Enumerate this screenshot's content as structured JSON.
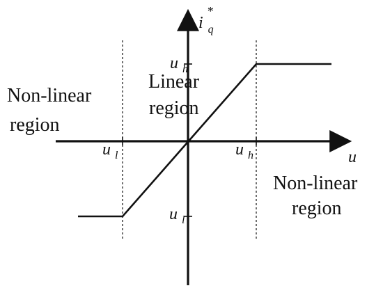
{
  "axes": {
    "x_label": "u",
    "y_label_base": "i",
    "y_label_sub": "q",
    "y_label_sup": "*",
    "threshold_base": "u",
    "high_sub": "h",
    "low_sub": "l"
  },
  "regions": {
    "left": [
      "Non-linear",
      "region"
    ],
    "center": [
      "Linear",
      "region"
    ],
    "right": [
      "Non-linear",
      "region"
    ]
  }
}
